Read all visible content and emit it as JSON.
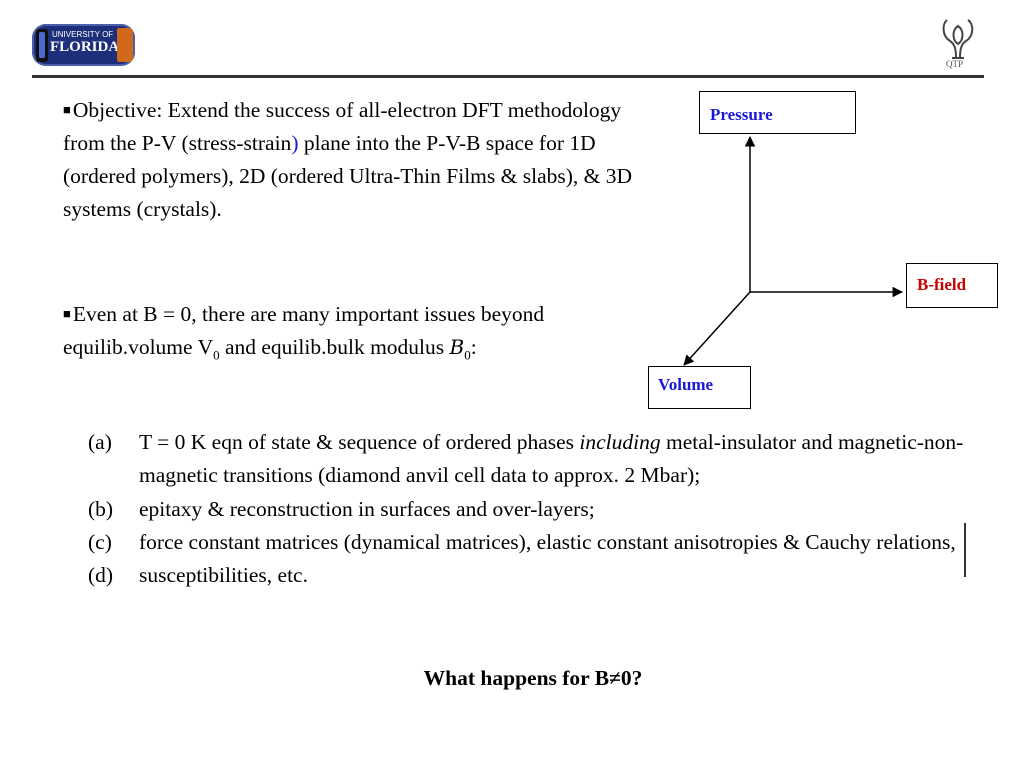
{
  "header": {
    "logo_line1": "UNIVERSITY OF",
    "logo_line2": "FLORIDA",
    "qtp_label": "QTP"
  },
  "content": {
    "para1": {
      "text_a": "Objective: Extend the success of all-electron DFT methodology from the P-V (stress-strain",
      "text_paren": ")",
      "text_b": " plane into the P-V-B space for 1D (ordered polymers), 2D (ordered Ultra-Thin Films & slabs), & 3D systems (crystals)."
    },
    "para2": {
      "text_a": "Even at B = 0, there are many important issues beyond equilib.volume V",
      "sub_v": "0",
      "text_b": " and equilib.bulk modulus ",
      "modulus_symbol": "B",
      "sub_b": "0",
      "text_c": ":"
    },
    "list": [
      {
        "label": "(a)",
        "text_a": "T = 0 K eqn of state & sequence of ordered phases ",
        "emph": "including",
        "text_b": " metal-insulator and magnetic-non-magnetic transitions (diamond anvil cell data to approx. 2 Mbar);"
      },
      {
        "label": "(b)",
        "text_a": "epitaxy & reconstruction in surfaces and over-layers;"
      },
      {
        "label": "(c)",
        "text_a": "force constant matrices (dynamical matrices), elastic constant anisotropies & Cauchy relations,"
      },
      {
        "label": "(d)",
        "text_a": "susceptibilities, etc."
      }
    ],
    "closing": "What happens for B≠0?"
  },
  "diagram": {
    "pressure_label": "Pressure",
    "bfield_label": "B-field",
    "volume_label": "Volume",
    "pressure_color": "#1a1ad6",
    "bfield_color": "#cc0000",
    "volume_color": "#1a1ad6"
  }
}
